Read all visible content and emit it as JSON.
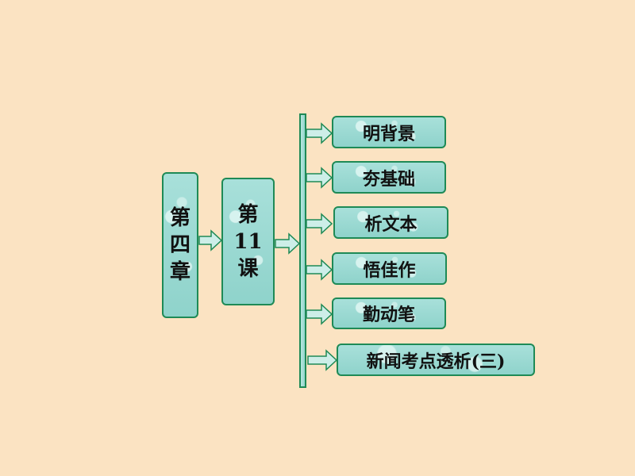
{
  "chapter": {
    "line1": "第",
    "line2": "四",
    "line3": "章"
  },
  "lesson": {
    "line1": "第",
    "line2": "11",
    "line3": "课"
  },
  "menu": [
    {
      "label": "明背景"
    },
    {
      "label": "夯基础"
    },
    {
      "label": "析文本"
    },
    {
      "label": "悟佳作"
    },
    {
      "label": "勤动笔"
    },
    {
      "label": "新闻考点透析(三)"
    }
  ],
  "colors": {
    "background": "#fbe3c2",
    "box_fill": "#9fdad3",
    "border": "#1e8a56"
  }
}
